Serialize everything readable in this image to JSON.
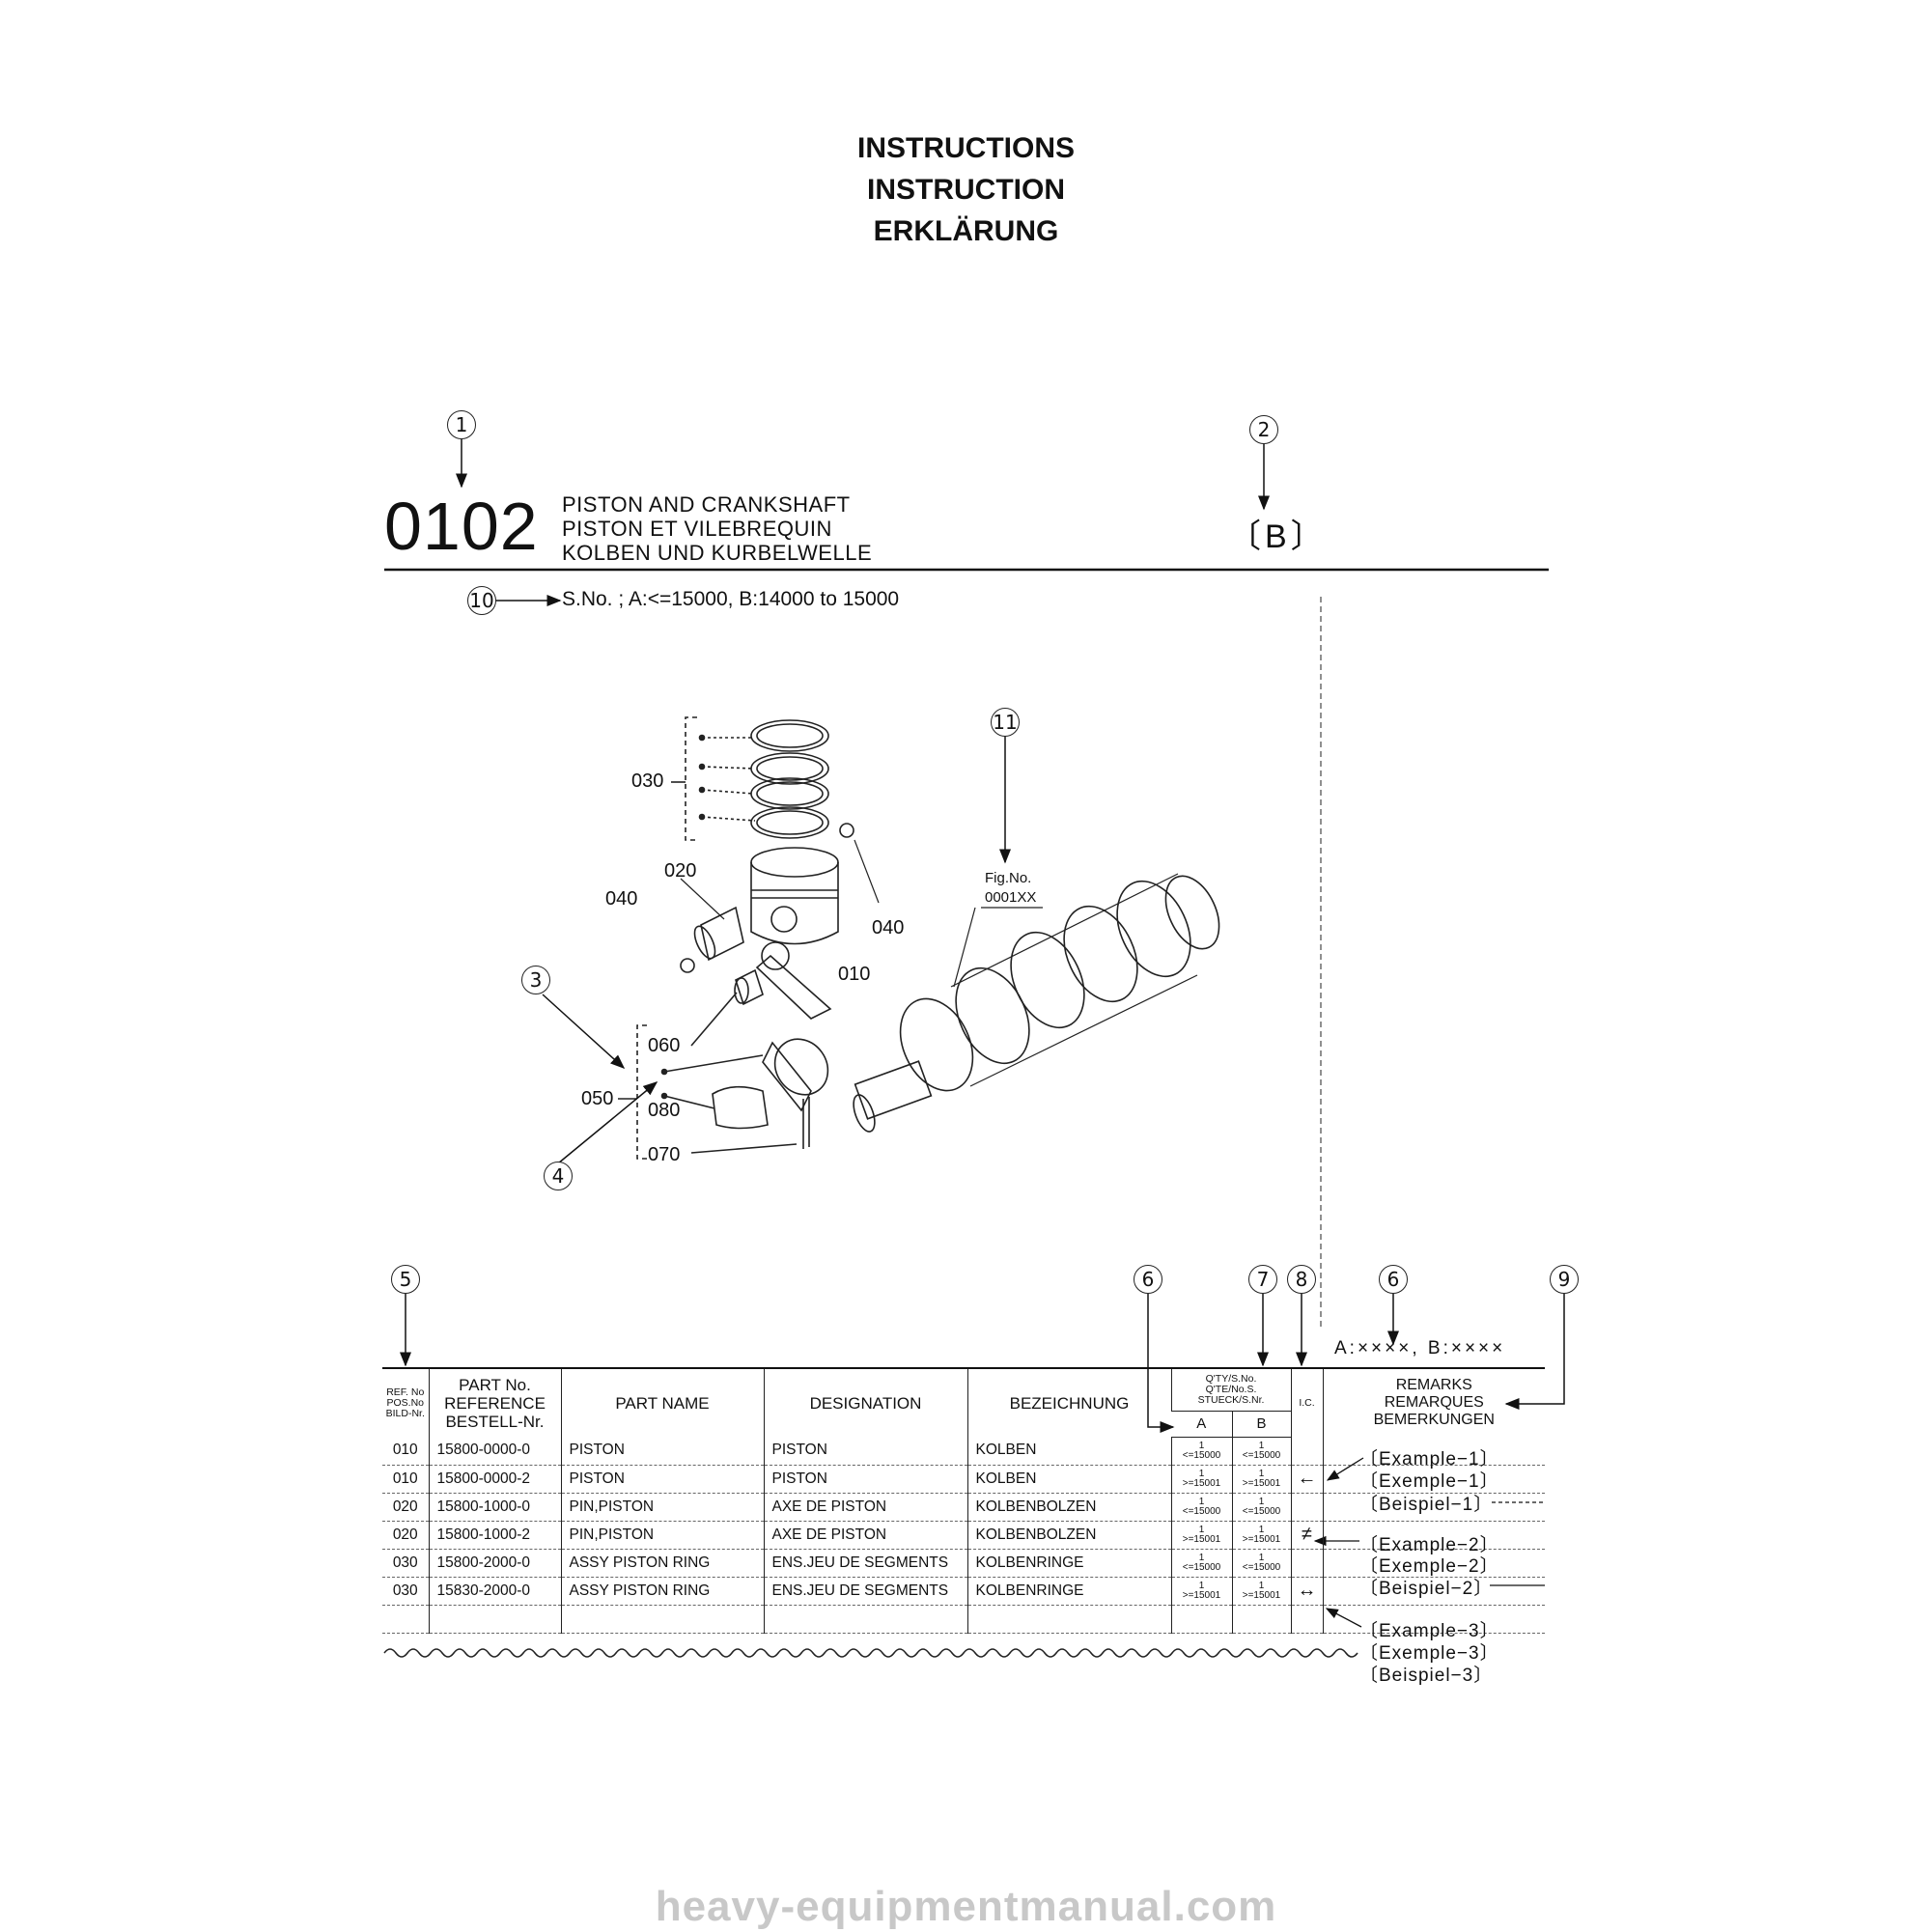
{
  "titles": [
    "INSTRUCTIONS",
    "INSTRUCTION",
    "ERKLÄRUNG"
  ],
  "callouts": {
    "c1": "1",
    "c2": "2",
    "c3": "3",
    "c4": "4",
    "c5": "5",
    "c6a": "6",
    "c6b": "6",
    "c7": "7",
    "c8": "8",
    "c9": "9",
    "c10": "10",
    "c11": "11"
  },
  "group": {
    "number": "0102",
    "names": [
      "PISTON AND CRANKSHAFT",
      "PISTON ET VILEBREQUIN",
      "KOLBEN UND KURBELWELLE"
    ],
    "variant": "〔B〕"
  },
  "serial_note": "S.No. ; A:<=15000, B:14000 to 15000",
  "diagram": {
    "labels": {
      "p030": "030",
      "p020": "020",
      "p040a": "040",
      "p040b": "040",
      "p010": "010",
      "p060": "060",
      "p050": "050",
      "p080": "080",
      "p070": "070"
    },
    "fig_no_label": "Fig.No.",
    "fig_no_value": "0001XX"
  },
  "serial_spec": "A:××××, B:××××",
  "table": {
    "headers": {
      "ref": [
        "REF. No",
        "POS.No",
        "BILD-Nr."
      ],
      "part_no": [
        "PART No.",
        "REFERENCE",
        "BESTELL-Nr."
      ],
      "part_name": "PART NAME",
      "designation": "DESIGNATION",
      "bezeichnung": "BEZEICHNUNG",
      "qty": [
        "Q'TY/S.No.",
        "Q'TE/No.S.",
        "STUECK/S.Nr."
      ],
      "qty_a": "A",
      "qty_b": "B",
      "ic": "I.C.",
      "remarks": [
        "REMARKS",
        "REMARQUES",
        "BEMERKUNGEN"
      ]
    },
    "rows": [
      {
        "ref": "010",
        "part_no": "15800-0000-0",
        "part_name": "PISTON",
        "designation": "PISTON",
        "bezeichnung": "KOLBEN",
        "qa": "1",
        "qa_s": "<=15000",
        "qb": "1",
        "qb_s": "<=15000",
        "ic": ""
      },
      {
        "ref": "010",
        "part_no": "15800-0000-2",
        "part_name": "PISTON",
        "designation": "PISTON",
        "bezeichnung": "KOLBEN",
        "qa": "1",
        "qa_s": ">=15001",
        "qb": "1",
        "qb_s": ">=15001",
        "ic": "←"
      },
      {
        "ref": "020",
        "part_no": "15800-1000-0",
        "part_name": "PIN,PISTON",
        "designation": "AXE DE PISTON",
        "bezeichnung": "KOLBENBOLZEN",
        "qa": "1",
        "qa_s": "<=15000",
        "qb": "1",
        "qb_s": "<=15000",
        "ic": ""
      },
      {
        "ref": "020",
        "part_no": "15800-1000-2",
        "part_name": "PIN,PISTON",
        "designation": "AXE DE PISTON",
        "bezeichnung": "KOLBENBOLZEN",
        "qa": "1",
        "qa_s": ">=15001",
        "qb": "1",
        "qb_s": ">=15001",
        "ic": "≠"
      },
      {
        "ref": "030",
        "part_no": "15800-2000-0",
        "part_name": "ASSY PISTON RING",
        "designation": "ENS.JEU DE SEGMENTS",
        "bezeichnung": "KOLBENRINGE",
        "qa": "1",
        "qa_s": "<=15000",
        "qb": "1",
        "qb_s": "<=15000",
        "ic": ""
      },
      {
        "ref": "030",
        "part_no": "15830-2000-0",
        "part_name": "ASSY PISTON RING",
        "designation": "ENS.JEU DE SEGMENTS",
        "bezeichnung": "KOLBENRINGE",
        "qa": "1",
        "qa_s": ">=15001",
        "qb": "1",
        "qb_s": ">=15001",
        "ic": "↔"
      },
      {
        "ref": "",
        "part_no": "",
        "part_name": "",
        "designation": "",
        "bezeichnung": "",
        "qa": "",
        "qa_s": "",
        "qb": "",
        "qb_s": "",
        "ic": ""
      }
    ]
  },
  "remarks_examples": [
    "〔Example−1〕",
    "〔Exemple−1〕",
    "〔Beispiel−1〕",
    "〔Example−2〕",
    "〔Exemple−2〕",
    "〔Beispiel−2〕",
    "〔Example−3〕",
    "〔Exemple−3〕",
    "〔Beispiel−3〕"
  ],
  "watermark": "heavy-equipmentmanual.com"
}
